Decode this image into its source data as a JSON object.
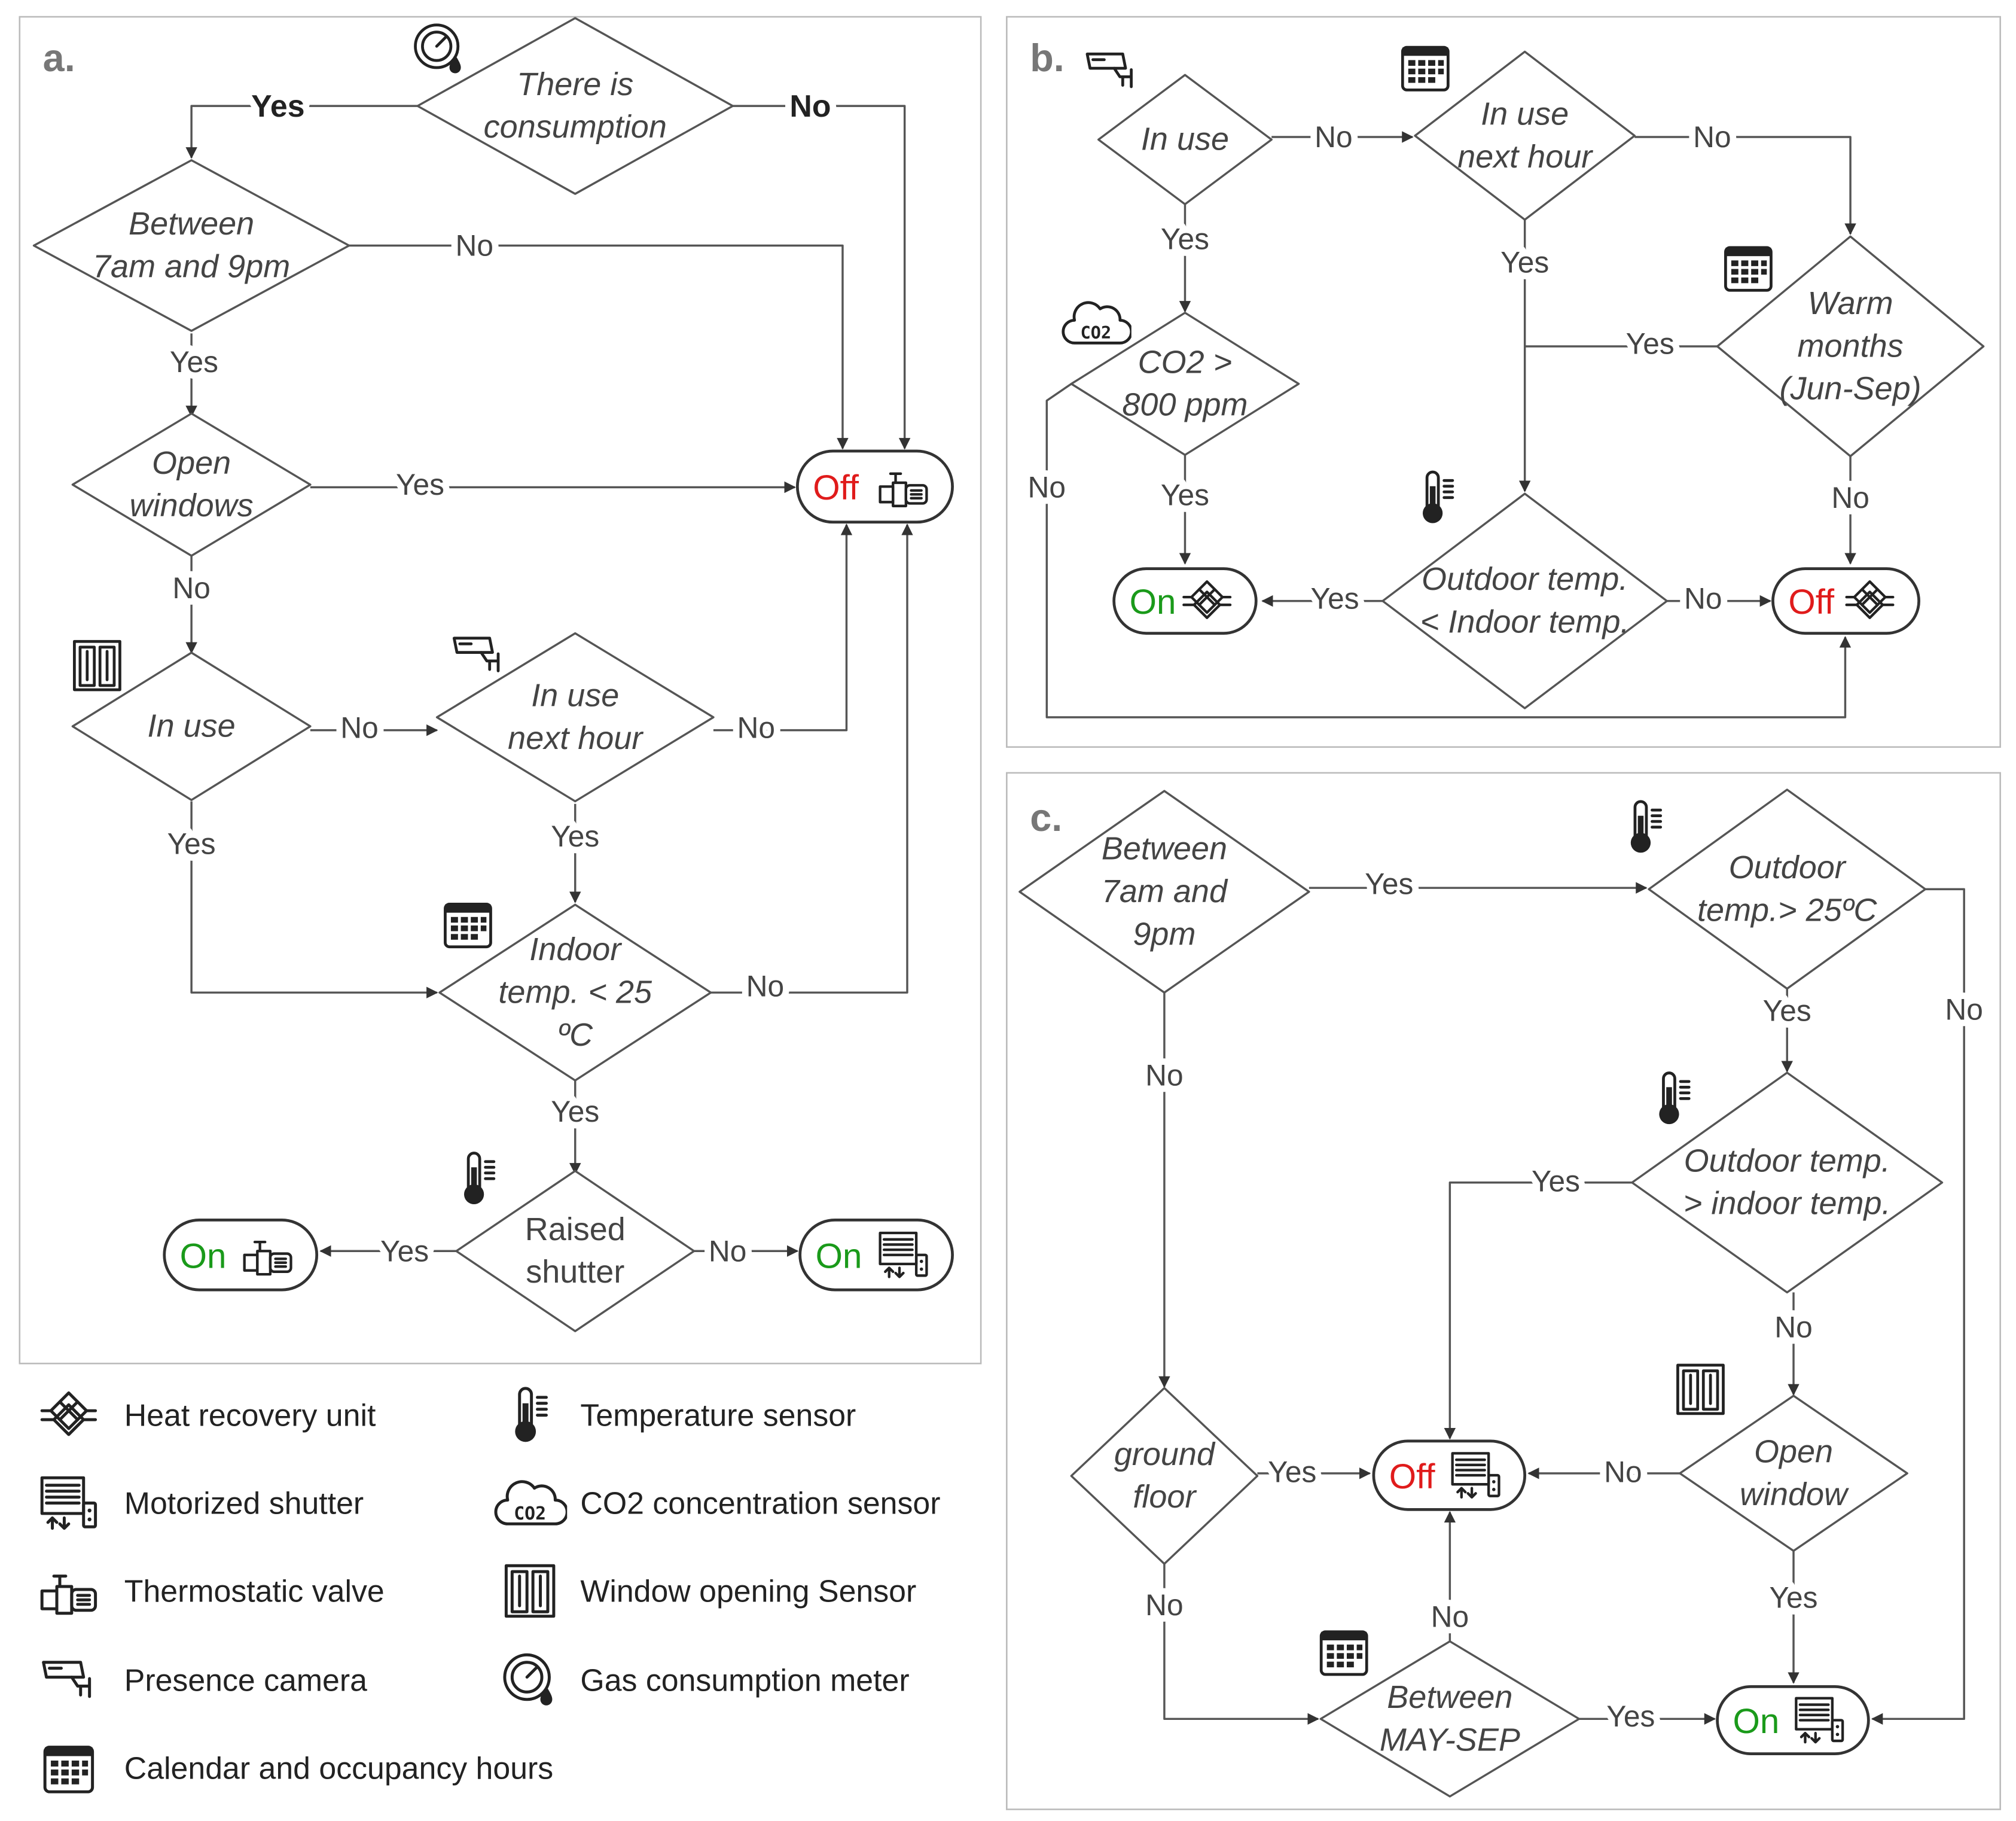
{
  "colors": {
    "on": "#1a9a1a",
    "off": "#e01b1b",
    "line": "#555555"
  },
  "icon_glyphs": {
    "co2": "CO2"
  },
  "panel_a": {
    "label": "a.",
    "decisions": [
      {
        "lines": [
          "There is",
          "consumption"
        ],
        "icon": "gas-consumption-meter"
      },
      {
        "lines": [
          "Between",
          "7am and 9pm"
        ]
      },
      {
        "lines": [
          "Open",
          "windows"
        ],
        "icon": "window-opening-sensor"
      },
      {
        "lines": [
          "In use"
        ],
        "icon": "presence-camera"
      },
      {
        "lines": [
          "In use",
          "next hour"
        ],
        "icon": "calendar"
      },
      {
        "lines": [
          "Indoor",
          "temp. < 25",
          "ºC"
        ],
        "icon": "temperature-sensor"
      },
      {
        "lines": [
          "Raised",
          "shutter"
        ],
        "icon": "motorized-shutter"
      }
    ],
    "edges": [
      "Yes",
      "No",
      "No",
      "Yes",
      "Yes",
      "No",
      "No",
      "No",
      "Yes",
      "Yes",
      "No",
      "Yes",
      "Yes",
      "No"
    ],
    "terminals": [
      {
        "state": "Off",
        "device": "thermostatic-valve"
      },
      {
        "state": "On",
        "device": "thermostatic-valve"
      },
      {
        "state": "On",
        "device": "motorized-shutter"
      }
    ]
  },
  "panel_b": {
    "label": "b.",
    "decisions": [
      {
        "lines": [
          "In use"
        ],
        "icon": "presence-camera"
      },
      {
        "lines": [
          "In use",
          "next hour"
        ],
        "icon": "calendar"
      },
      {
        "lines": [
          "Warm",
          "months",
          "(Jun-Sep)"
        ],
        "icon": "calendar"
      },
      {
        "lines": [
          "CO2 >",
          "800 ppm"
        ],
        "icon": "co2-sensor"
      },
      {
        "lines": [
          "Outdoor temp.",
          "< Indoor temp."
        ],
        "icon": "temperature-sensor"
      }
    ],
    "edges": [
      "No",
      "No",
      "Yes",
      "Yes",
      "No",
      "Yes",
      "Yes",
      "No",
      "Yes",
      "No"
    ],
    "terminals": [
      {
        "state": "On",
        "device": "heat-recovery-unit"
      },
      {
        "state": "Off",
        "device": "heat-recovery-unit"
      }
    ]
  },
  "panel_c": {
    "label": "c.",
    "decisions": [
      {
        "lines": [
          "Between",
          "7am and",
          "9pm"
        ]
      },
      {
        "lines": [
          "Outdoor",
          "temp.> 25ºC"
        ],
        "icon": "temperature-sensor"
      },
      {
        "lines": [
          "Outdoor temp.",
          "> indoor temp."
        ],
        "icon": "temperature-sensor"
      },
      {
        "lines": [
          "Open",
          "window"
        ],
        "icon": "window-opening-sensor"
      },
      {
        "lines": [
          "ground",
          "floor"
        ]
      },
      {
        "lines": [
          "Between",
          "MAY-SEP"
        ],
        "icon": "calendar"
      }
    ],
    "edges": [
      "Yes",
      "No",
      "Yes",
      "Yes",
      "No",
      "No",
      "Yes",
      "No",
      "Yes",
      "No",
      "No",
      "Yes"
    ],
    "terminals": [
      {
        "state": "Off",
        "device": "motorized-shutter"
      },
      {
        "state": "On",
        "device": "motorized-shutter"
      }
    ]
  },
  "legend": [
    {
      "icon": "heat-recovery-unit",
      "label": "Heat recovery unit"
    },
    {
      "icon": "motorized-shutter",
      "label": "Motorized shutter"
    },
    {
      "icon": "thermostatic-valve",
      "label": "Thermostatic valve"
    },
    {
      "icon": "presence-camera",
      "label": "Presence camera"
    },
    {
      "icon": "calendar",
      "label": "Calendar and occupancy hours"
    },
    {
      "icon": "temperature-sensor",
      "label": "Temperature sensor"
    },
    {
      "icon": "co2-sensor",
      "label": "CO2 concentration sensor"
    },
    {
      "icon": "window-opening-sensor",
      "label": "Window opening Sensor"
    },
    {
      "icon": "gas-consumption-meter",
      "label": "Gas consumption meter"
    }
  ]
}
